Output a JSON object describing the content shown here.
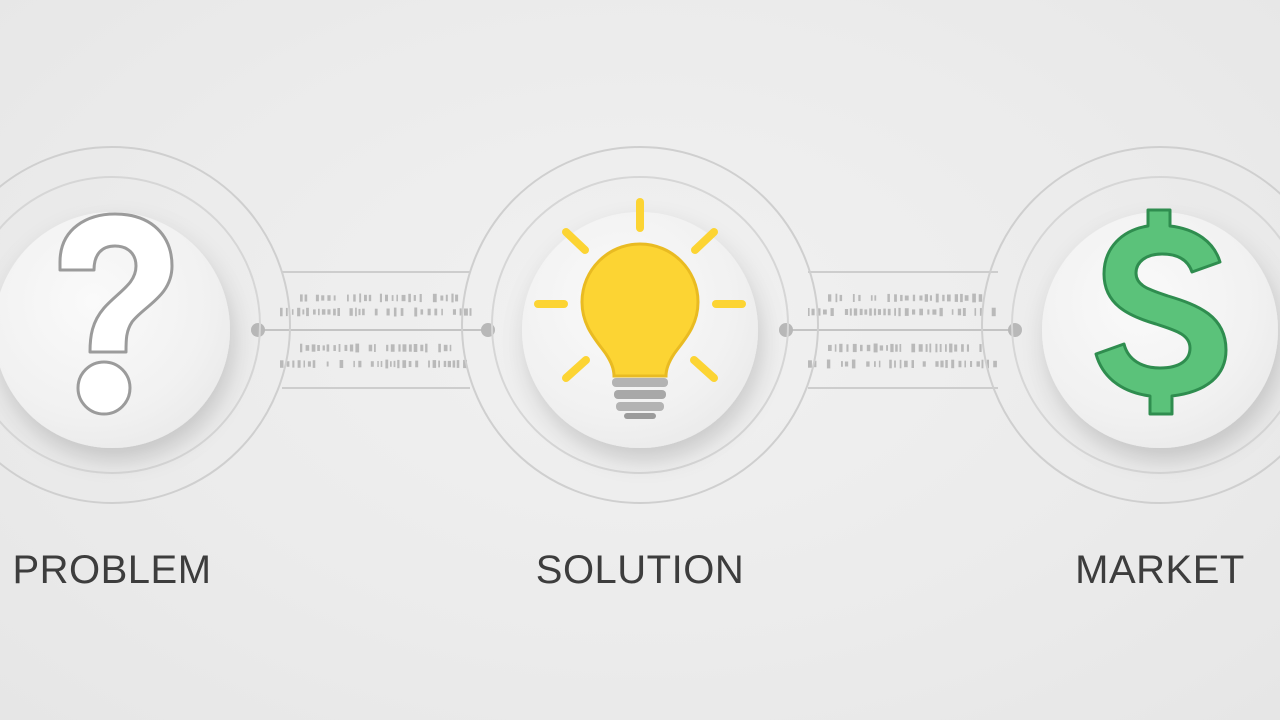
{
  "steps": [
    {
      "id": "problem",
      "label": "PROBLEM",
      "icon": "question-mark-icon",
      "icon_color": "#ffffff",
      "icon_stroke": "#9a9a9a"
    },
    {
      "id": "solution",
      "label": "SOLUTION",
      "icon": "lightbulb-icon",
      "icon_color": "#fcd433",
      "icon_stroke": "#e8b921"
    },
    {
      "id": "market",
      "label": "MARKET",
      "icon": "dollar-sign-icon",
      "icon_color": "#5bc27a",
      "icon_stroke": "#2e8b4e"
    }
  ],
  "colors": {
    "background": "#ededed",
    "line": "#c9c9c9",
    "node_dot": "#b5b5b5",
    "text": "#3d3d3d"
  }
}
